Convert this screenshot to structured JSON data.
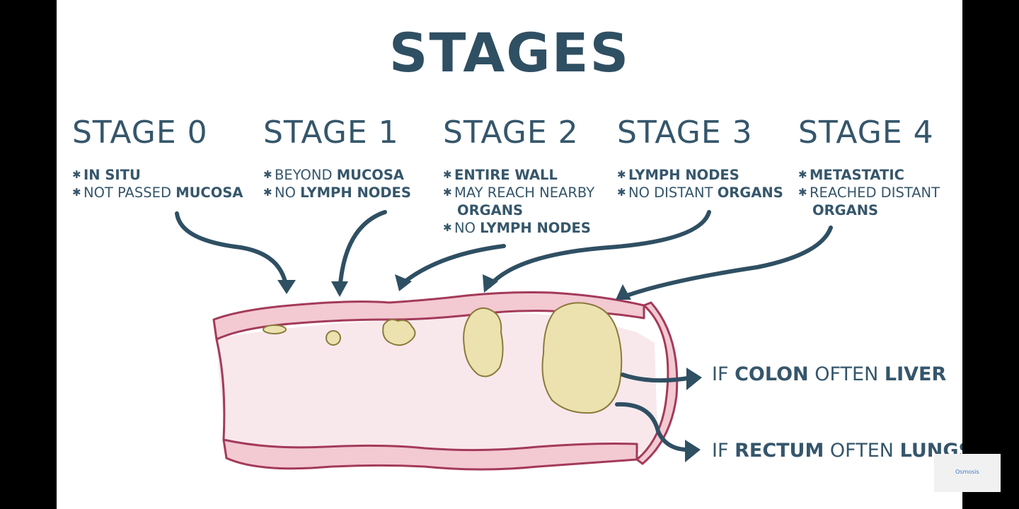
{
  "title": "STAGES",
  "stages": [
    {
      "heading": "STAGE 0",
      "lines": [
        [
          {
            "t": "IN SITU",
            "b": true
          }
        ],
        [
          {
            "t": "NOT PASSED ",
            "b": false
          },
          {
            "t": "MUCOSA",
            "b": true
          }
        ]
      ]
    },
    {
      "heading": "STAGE 1",
      "lines": [
        [
          {
            "t": "BEYOND ",
            "b": false
          },
          {
            "t": "MUCOSA",
            "b": true
          }
        ],
        [
          {
            "t": "NO ",
            "b": false
          },
          {
            "t": "LYMPH NODES",
            "b": true
          }
        ]
      ]
    },
    {
      "heading": "STAGE 2",
      "lines": [
        [
          {
            "t": "ENTIRE WALL",
            "b": true
          }
        ],
        [
          {
            "t": "MAY REACH NEARBY",
            "b": false
          }
        ],
        [
          {
            "t": "ORGANS",
            "b": true,
            "cont": true
          }
        ],
        [
          {
            "t": "NO ",
            "b": false
          },
          {
            "t": "LYMPH NODES",
            "b": true
          }
        ]
      ]
    },
    {
      "heading": "STAGE 3",
      "lines": [
        [
          {
            "t": "LYMPH NODES",
            "b": true
          }
        ],
        [
          {
            "t": "NO DISTANT ",
            "b": false
          },
          {
            "t": "ORGANS",
            "b": true
          }
        ]
      ]
    },
    {
      "heading": "STAGE 4",
      "lines": [
        [
          {
            "t": "METASTATIC",
            "b": true
          }
        ],
        [
          {
            "t": "REACHED DISTANT",
            "b": false
          }
        ],
        [
          {
            "t": "ORGANS",
            "b": true,
            "cont": true
          }
        ]
      ]
    }
  ],
  "outcomes": {
    "colon": {
      "if": "IF ",
      "organ": "COLON",
      "often": " OFTEN ",
      "target": "LIVER"
    },
    "rectum": {
      "if": "IF ",
      "organ": "RECTUM",
      "often": " OFTEN ",
      "target": "LUNGS"
    }
  },
  "bullet_symbol": "✱",
  "colors": {
    "ink": "#2f4f63",
    "tissue": "#f3c9d2",
    "tissue_edge": "#a33a5a",
    "lumen": "#f8e8ec",
    "tumor": "#ebe2b0",
    "tumor_edge": "#8b7a3a"
  },
  "logo_text": "Osmosis"
}
